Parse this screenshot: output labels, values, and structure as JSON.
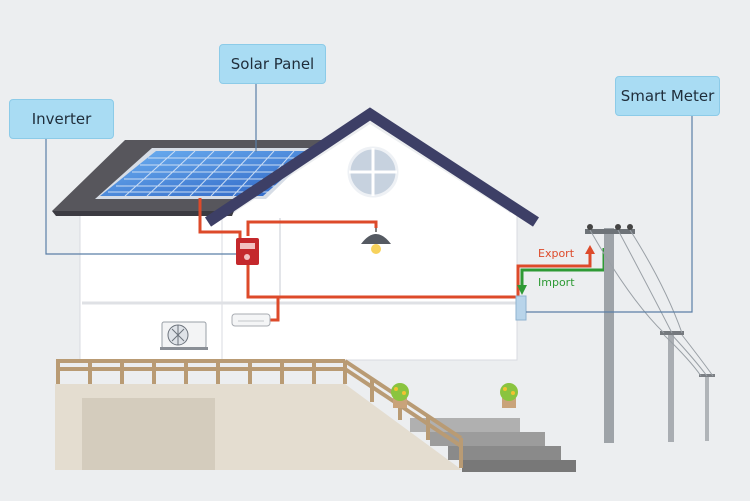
{
  "labels": {
    "solar_panel": "Solar Panel",
    "inverter": "Inverter",
    "smart_meter": "Smart Meter",
    "export": "Export",
    "import": "Import"
  },
  "colors": {
    "background": "#eceef0",
    "callout": "#a9dcf3",
    "leader_line": "#5b7fa6",
    "wire": "#dd4a2a",
    "export_arrow": "#dd4a2a",
    "import_arrow": "#2e9a35",
    "roof": "#3d3f66",
    "panel": "#3a7ad6"
  },
  "icons": [
    "solar-panel",
    "inverter",
    "smart-meter",
    "light-bulb",
    "air-conditioner",
    "utility-pole"
  ]
}
